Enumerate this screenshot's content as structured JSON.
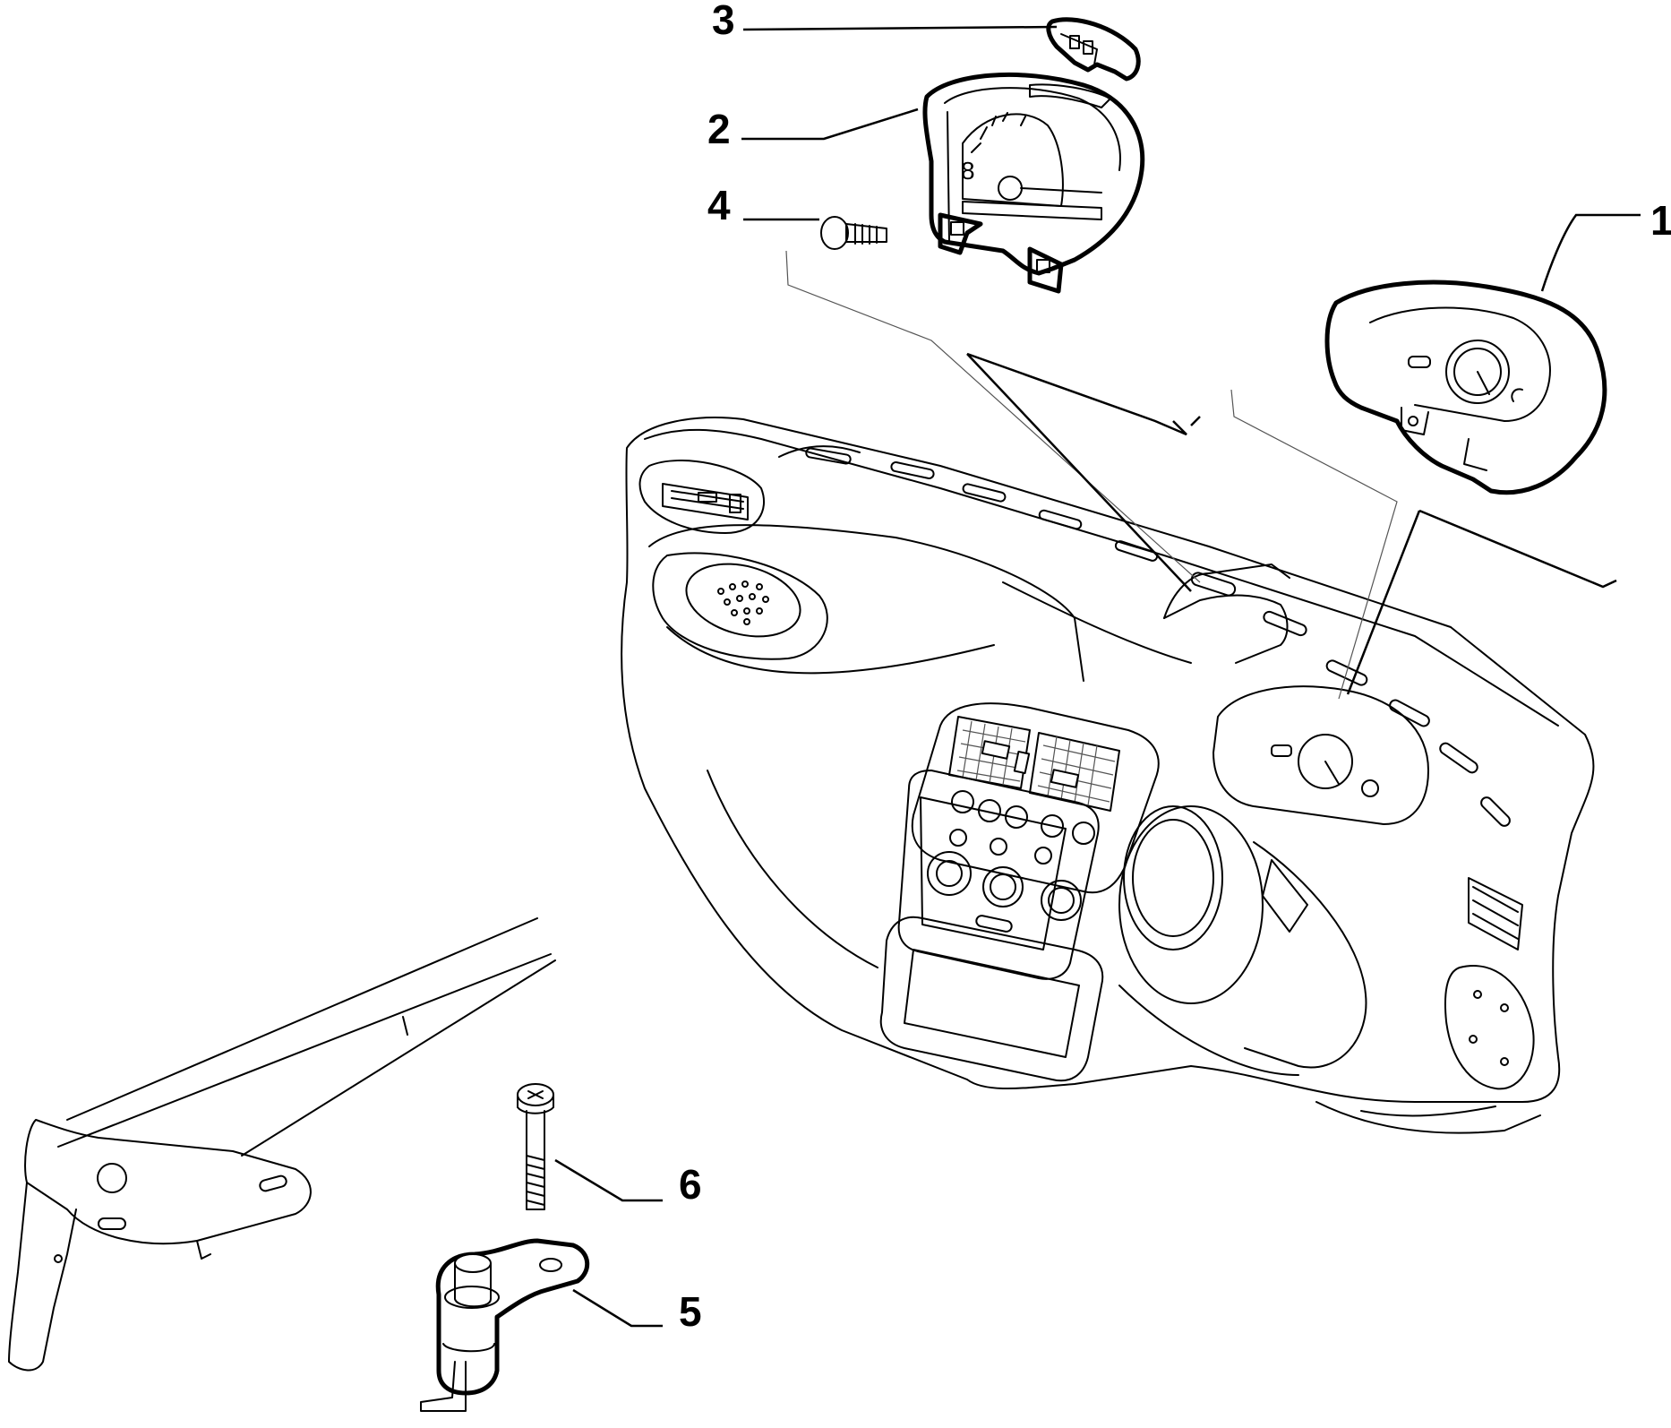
{
  "callouts": [
    {
      "id": "1",
      "label": "1"
    },
    {
      "id": "2",
      "label": "2"
    },
    {
      "id": "3",
      "label": "3"
    },
    {
      "id": "4",
      "label": "4"
    },
    {
      "id": "5",
      "label": "5"
    },
    {
      "id": "6",
      "label": "6"
    }
  ],
  "gauge_dial_marks": {
    "numeral": "8"
  }
}
